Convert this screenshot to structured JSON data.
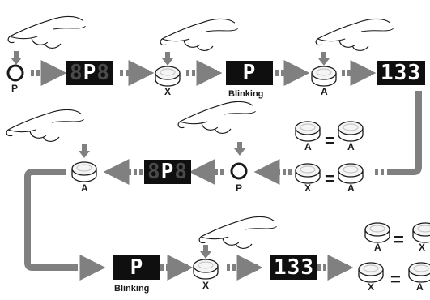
{
  "button_labels": {
    "p": "P",
    "x": "X",
    "a": "A"
  },
  "displays": {
    "p": "P",
    "blinking": "P",
    "value": "133"
  },
  "captions": {
    "blinking": "Blinking"
  },
  "equation": {
    "equals": "="
  },
  "colors": {
    "arrow": "#808080",
    "display_bg": "#0f0f0f",
    "outline": "#1a1a1a"
  },
  "icons": [
    "pointing-hand-icon",
    "press-arrow-icon",
    "p-ring-button-icon",
    "round-button-icon",
    "segment-display-icon",
    "flow-arrow-icon"
  ]
}
